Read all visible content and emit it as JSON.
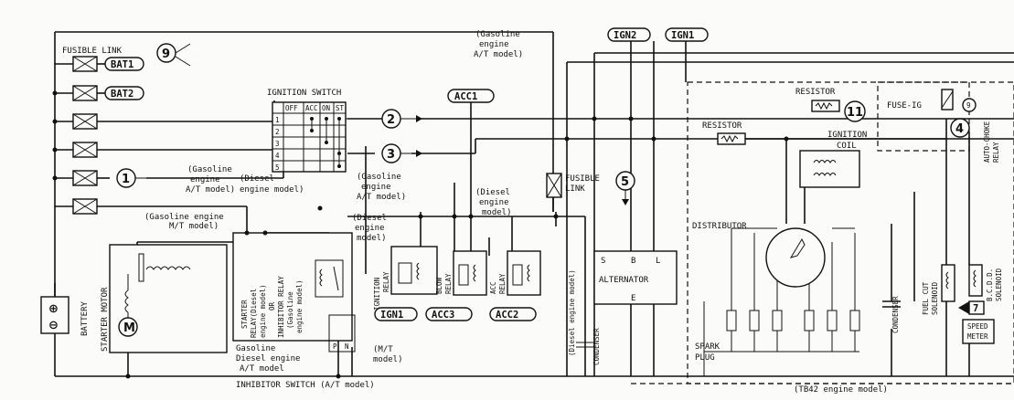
{
  "labels": {
    "fusible_link": "FUSIBLE LINK",
    "bat1": "BAT1",
    "bat2": "BAT2",
    "ignition_switch": "IGNITION SWITCH",
    "sw_off": "OFF",
    "sw_acc": "ACC",
    "sw_on": "ON",
    "sw_st": "ST",
    "sw_rows": [
      "1",
      "2",
      "3",
      "4",
      "5"
    ],
    "gas_at_top": [
      "(Gasoline",
      "engine",
      "A/T model)"
    ],
    "ign2": "IGN2",
    "ign1_top": "IGN1",
    "acc1": "ACC1",
    "gas_at_left": [
      "(Gasoline",
      "engine",
      "A/T model)"
    ],
    "diesel_mid": [
      "(Diesel",
      "engine model)"
    ],
    "gas_at_mid": [
      "(Gasoline",
      "engine",
      "A/T model)"
    ],
    "gas_mt": [
      "(Gasoline engine",
      "M/T model)"
    ],
    "diesel_right": [
      "(Diesel",
      "engine",
      "model)"
    ],
    "diesel_right2": [
      "(Diesel",
      "engine",
      "model)"
    ],
    "fusible_link_2": [
      "FUSIBLE",
      "LINK"
    ],
    "starter_motor": "STARTER MOTOR",
    "motor": "M",
    "battery": "BATTERY",
    "plus": "⊕",
    "minus": "⊖",
    "starter_relay": [
      "STARTER",
      "RELAY(Diesel",
      "engine model)",
      "OR",
      "INHIBITOR RELAY",
      "(Gasoline",
      "engine model)"
    ],
    "ignition_relay": [
      "IGNITION",
      "RELAY"
    ],
    "blow_relay": [
      "BLOW",
      "RELAY"
    ],
    "acc_relay": [
      "ACC",
      "RELAY"
    ],
    "ign1_bottom": "IGN1",
    "acc3": "ACC3",
    "acc2": "ACC2",
    "gas_diesel_at": [
      "Gasoline",
      "Diesel engine",
      "A/T model"
    ],
    "mt_model": [
      "(M/T",
      "model)"
    ],
    "p": "P",
    "n": "N",
    "inhibitor_switch": "INHIBITOR SWITCH (A/T model)",
    "condenser_left": "CONDENSER",
    "diesel_vertical": "(Diesel engine model)",
    "alternator": "ALTERNATOR",
    "alt_s": "S",
    "alt_b": "B",
    "alt_l": "L",
    "alt_e": "E",
    "resistor_top": "RESISTOR",
    "resistor_mid": "RESISTOR",
    "ignition_coil": [
      "IGNITION",
      "COIL"
    ],
    "fuse_ig": "FUSE-IG",
    "auto_choke": [
      "AUTO-CHOKE",
      "RELAY"
    ],
    "distributor": "DISTRIBUTOR",
    "spark_plug": [
      "SPARK",
      "PLUG"
    ],
    "condenser_right": "CONDENSER",
    "fuel_cut": [
      "FUEL CUT",
      "SOLENOID"
    ],
    "bcdd": [
      "B.C.D.D.",
      "SOLENOID"
    ],
    "speed_meter": [
      "SPEED",
      "METER"
    ],
    "tb42": "(TB42 engine model)",
    "markers": {
      "m1": "1",
      "m2": "2",
      "m3": "3",
      "m4": "4",
      "m5": "5",
      "m7": "7",
      "m9": "9",
      "m11": "11",
      "m9b": "9"
    }
  }
}
